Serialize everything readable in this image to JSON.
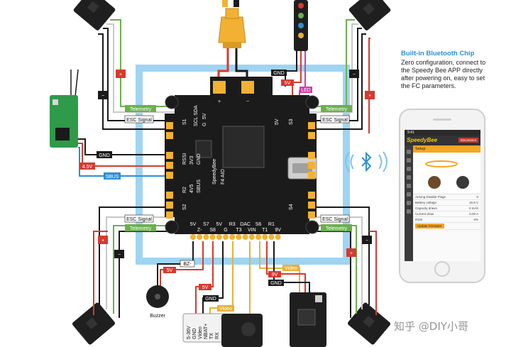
{
  "colors": {
    "wire_red": "#d63a2f",
    "wire_black": "#1a1a1a",
    "wire_green": "#6bb04f",
    "wire_blue": "#2b8fd6",
    "wire_yellow": "#e8b03a",
    "fc_board": "#1b1b1b",
    "frame_light_blue": "#9fd4f2",
    "pad_gold": "#f2b132",
    "accent_blue": "#2b8fd6"
  },
  "fc": {
    "brand": "SpeedyBee",
    "model": "F4 AIO",
    "pad_plus": "+",
    "pad_minus": "−",
    "pin_header": [
      "5V",
      "Z-",
      "S7",
      "S8",
      "5V",
      "G",
      "R3",
      "T3",
      "DAC",
      "VIN",
      "S6",
      "T1",
      "R1",
      "9V"
    ],
    "side_labels": [
      "SCL SDA",
      "5V",
      "G",
      "RSSI",
      "3V3",
      "GND",
      "R2",
      "4V5",
      "SBUS",
      "S1",
      "S2",
      "S3",
      "S4",
      "5V"
    ]
  },
  "wires": {
    "top": {
      "gnd": "GND",
      "v5": "5V",
      "led": "LED"
    },
    "left": {
      "telemetry": "Telemetry",
      "esc_signal": "ESC Signal",
      "gnd": "GND",
      "v45": "4.5V",
      "sbus": "SBUS"
    },
    "right": {
      "telemetry": "Telemetry",
      "esc_signal": "ESC Signal"
    },
    "lower_left": {
      "esc_signal": "ESC Signal",
      "telemetry": "Telemetry"
    },
    "lower_right": {
      "esc_signal": "ESC Signal",
      "telemetry": "Telemetry"
    },
    "bottom": {
      "bz": "BZ-",
      "v5a": "5V",
      "v5b": "5V",
      "gnd": "GND",
      "video_a": "Video",
      "video_b": "Video",
      "v9": "9V",
      "gnd_b": "GND"
    },
    "polarity": {
      "plus": "+",
      "minus": "−"
    }
  },
  "components": {
    "buzzer": "Buzzer",
    "camera_pins": [
      "5-36V",
      "GND",
      "Video",
      "NBAT+",
      "TX",
      "RX"
    ]
  },
  "bluetooth": {
    "title": "Built-in Bluetooth Chip",
    "description": "Zero configuration, connect to the Speedy Bee APP directly after powering on, easy to set the FC parameters.",
    "icon": "bluetooth-icon"
  },
  "phone": {
    "status": "9:41",
    "app_logo": "SpeedyBee",
    "top_button": "Disconnect",
    "tab": "Setup",
    "rows": [
      {
        "k": "Arming Disable Flags",
        "v": "0"
      },
      {
        "k": "Battery voltage",
        "v": "15.8 V"
      },
      {
        "k": "Capacity drawn",
        "v": "0 mAh"
      },
      {
        "k": "Current draw",
        "v": "0.00 A"
      },
      {
        "k": "RSSI",
        "v": "0%"
      }
    ],
    "footer_button": "Update Firmware"
  },
  "watermark": "知乎 @DIY小哥"
}
